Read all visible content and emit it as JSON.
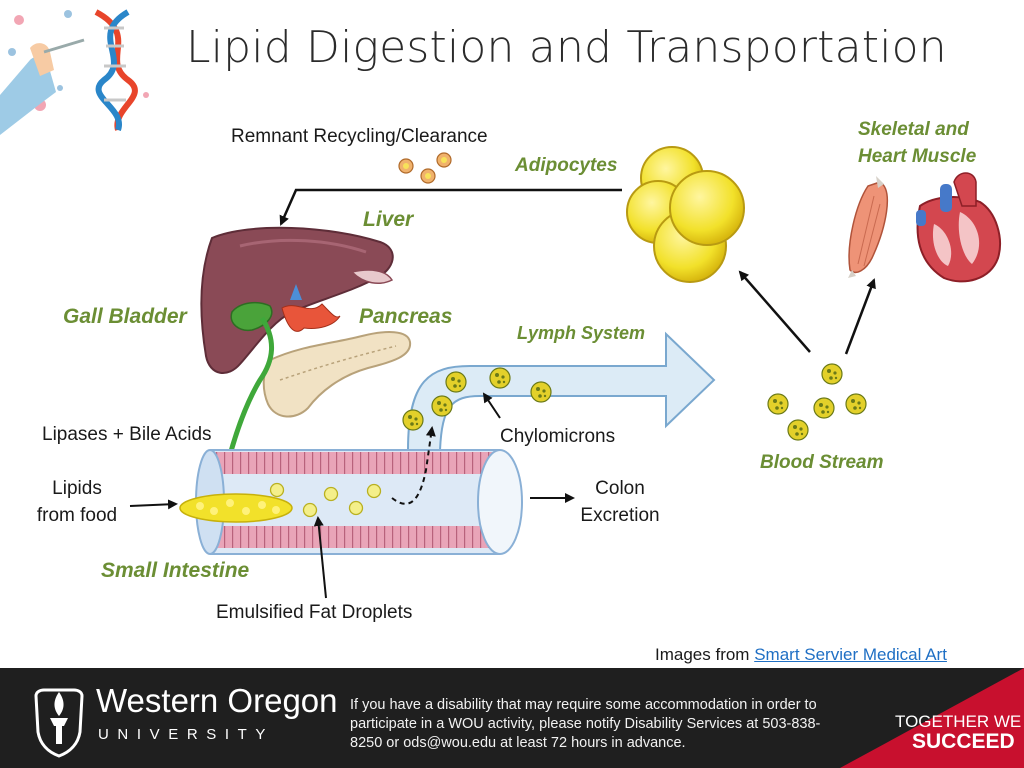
{
  "title": "Lipid Digestion and Transportation",
  "labels": {
    "remnant": "Remnant Recycling/Clearance",
    "adipocytes": "Adipocytes",
    "skeletal_line1": "Skeletal and",
    "skeletal_line2": "Heart Muscle",
    "liver": "Liver",
    "gall_bladder": "Gall Bladder",
    "pancreas": "Pancreas",
    "lymph": "Lymph System",
    "lipases": "Lipases + Bile Acids",
    "chylomicrons": "Chylomicrons",
    "blood_stream": "Blood Stream",
    "lipids_line1": "Lipids",
    "lipids_line2": "from food",
    "colon_line1": "Colon",
    "colon_line2": "Excretion",
    "small_intestine": "Small Intestine",
    "emulsified": "Emulsified Fat Droplets"
  },
  "credit": {
    "prefix": "Images from ",
    "link": "Smart Servier Medical Art"
  },
  "footer": {
    "logo_name": "Western Oregon",
    "logo_sub": "UNIVERSITY",
    "notice": "If you have a disability that may require some accommodation in order to participate in a WOU activity, please notify Disability Services at 503-838-8250 or ods@wou.edu at least 72 hours in advance.",
    "tagline1": "TOGETHER WE",
    "tagline2": "SUCCEED"
  },
  "colors": {
    "accent_green": "#6b8e34",
    "link_blue": "#1f6fc4",
    "footer_bg": "#1f1f1f",
    "banner_red": "#c8102e",
    "fat_yellow": "#f2e12a"
  },
  "icons": [
    "dna-scientist-icon",
    "liver-icon",
    "gallbladder-icon",
    "pancreas-icon",
    "adipocyte-icon",
    "muscle-icon",
    "heart-icon",
    "chylomicron-icon",
    "intestine-icon",
    "torch-logo-icon"
  ]
}
